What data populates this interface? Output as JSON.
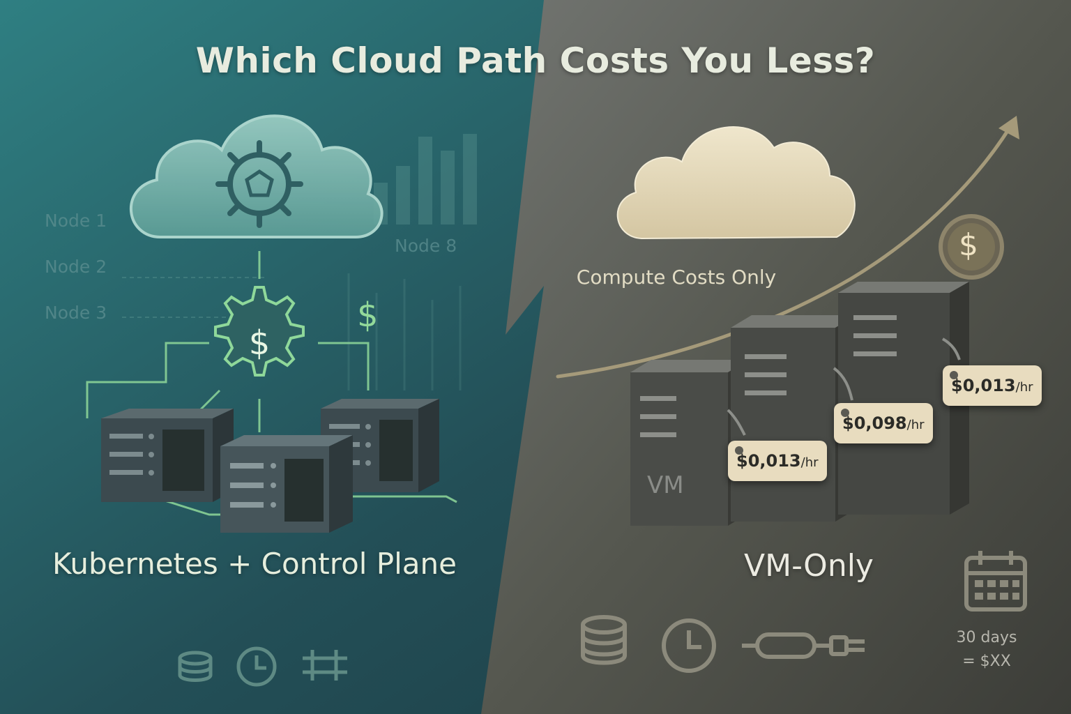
{
  "title": "Which Cloud Path Costs You Less?",
  "left": {
    "node_labels": [
      "Node 1",
      "Node 2",
      "Node 3",
      "Node 8"
    ],
    "heading": "Kubernetes + Control Plane",
    "icons": [
      "database-icon",
      "clock-icon",
      "network-icon"
    ],
    "symbols": [
      "kubernetes-helm-icon",
      "gear-dollar-icon",
      "server-icon",
      "bar-chart-icon"
    ],
    "dollar": "$"
  },
  "right": {
    "compute_label": "Compute Costs Only",
    "heading": "VM-Only",
    "vm_label": "VM",
    "price_tags": [
      {
        "price": "$0,013",
        "unit": "/hr"
      },
      {
        "price": "$0,098",
        "unit": "/hr"
      },
      {
        "price": "$0,013",
        "unit": "/hr"
      }
    ],
    "icons": [
      "database-icon",
      "clock-icon",
      "cable-icon",
      "calendar-icon",
      "dollar-coin-icon"
    ],
    "days_line1": "30 days",
    "days_line2": "= $XX",
    "coin_symbol": "$"
  },
  "colors": {
    "left_bg": "#2c6b70",
    "right_bg": "#5a5c57",
    "accent_green": "#8fd89a",
    "accent_tan": "#e8dcbf"
  }
}
